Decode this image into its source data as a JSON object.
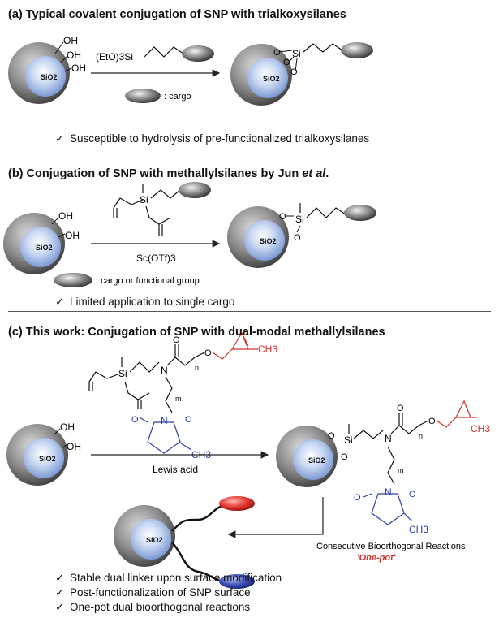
{
  "section_a": {
    "heading": "(a) Typical covalent conjugation of SNP with trialkoxysilanes",
    "reagent": "(EtO)3Si",
    "legend": ": cargo",
    "bullet": "Susceptible to hydrolysis of pre-functionalized trialkoxysilanes"
  },
  "section_b": {
    "heading_prefix": "(b) Conjugation of SNP with methallylsilanes by Jun ",
    "heading_italic": "et al",
    "heading_suffix": ".",
    "catalyst": "Sc(OTf)3",
    "legend": ": cargo or functional group",
    "bullet": "Limited application to single cargo"
  },
  "section_c": {
    "heading": "(c) This work: Conjugation of SNP with dual-modal methallylsilanes",
    "catalyst": "Lewis acid",
    "consecutive": "Consecutive Bioorthogonal Reactions",
    "one_pot": "'One-pot'",
    "bullets": [
      "Stable dual linker upon surface modification",
      "Post-functionalization of SNP surface",
      "One-pot dual bioorthogonal reactions"
    ]
  },
  "labels": {
    "sio2": "SiO2",
    "oh": "OH",
    "o": "O",
    "si": "Si",
    "n": "N",
    "ch3": "CH3",
    "sub_n": "n",
    "sub_m": "m",
    "check": "✓"
  },
  "colors": {
    "cyclopropene": "#d0312d",
    "maleimide": "#2b3fa8",
    "cargo_red": "#e0302a",
    "cargo_blue": "#3548b0"
  }
}
